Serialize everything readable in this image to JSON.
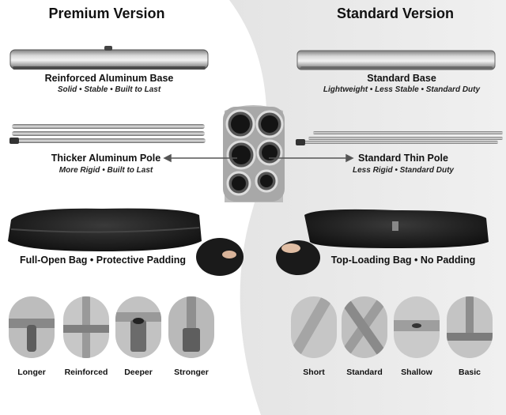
{
  "left": {
    "title": "Premium Version",
    "base": {
      "heading": "Reinforced Aluminum Base",
      "sub": "Solid • Stable • Built to Last"
    },
    "pole": {
      "heading": "Thicker Aluminum Pole",
      "sub": "More Rigid • Built to Last"
    },
    "bag": {
      "heading": "Full-Open Bag • Protective Padding"
    },
    "thumbs": [
      "Longer",
      "Reinforced",
      "Deeper",
      "Stronger"
    ]
  },
  "right": {
    "title": "Standard Version",
    "base": {
      "heading": "Standard Base",
      "sub": "Lightweight • Less Stable • Standard Duty"
    },
    "pole": {
      "heading": "Standard Thin Pole",
      "sub": "Less Rigid • Standard Duty"
    },
    "bag": {
      "heading": "Top-Loading Bag • No Padding"
    },
    "thumbs": [
      "Short",
      "Standard",
      "Shallow",
      "Basic"
    ]
  },
  "colors": {
    "right_bg": "#ececec",
    "left_bg": "#ffffff",
    "arrow": "#555555"
  }
}
